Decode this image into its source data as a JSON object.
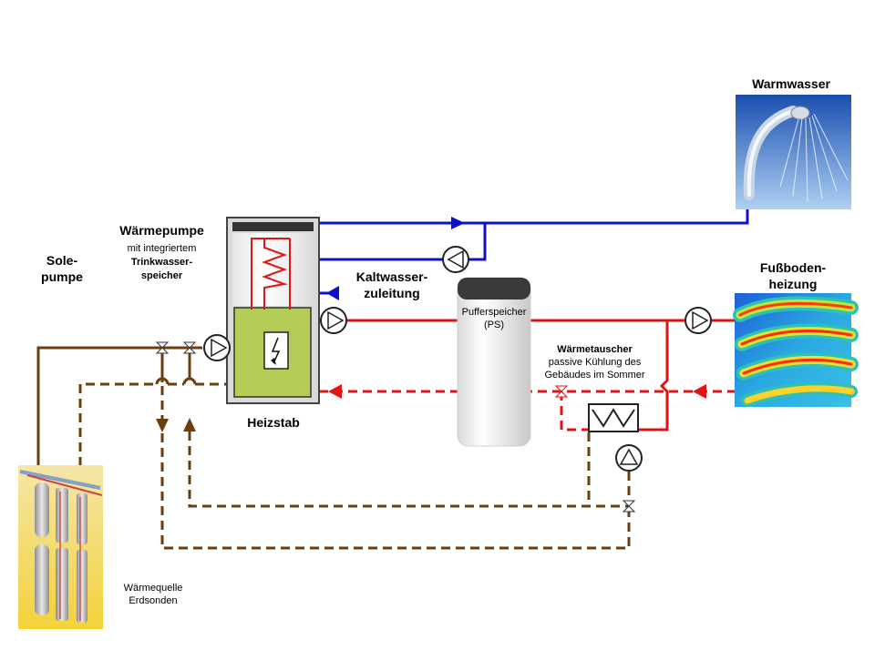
{
  "labels": {
    "warmwasser": "Warmwasser",
    "waermepumpe_title": "Wärmepumpe",
    "waermepumpe_sub1": "mit integriertem",
    "waermepumpe_sub2": "Trinkwasser-",
    "waermepumpe_sub3": "speicher",
    "sole_line1": "Sole-",
    "sole_line2": "pumpe",
    "kaltwasser_line1": "Kaltwasser-",
    "kaltwasser_line2": "zuleitung",
    "pufferspeicher_line1": "Pufferspeicher",
    "pufferspeicher_line2": "(PS)",
    "fussboden_line1": "Fußboden-",
    "fussboden_line2": "heizung",
    "waermetauscher_title": "Wärmetauscher",
    "waermetauscher_sub1": "passive Kühlung des",
    "waermetauscher_sub2": "Gebäudes im Sommer",
    "heizstab": "Heizstab",
    "waermequelle_line1": "Wärmequelle",
    "waermequelle_line2": "Erdsonden"
  },
  "colors": {
    "hot_water_pipe": "#1010cc",
    "heating_pipe": "#e01515",
    "brine_pipe": "#6b3e12",
    "tank_green": "#b2cc55",
    "buffer_lid": "#3a3a3a"
  }
}
